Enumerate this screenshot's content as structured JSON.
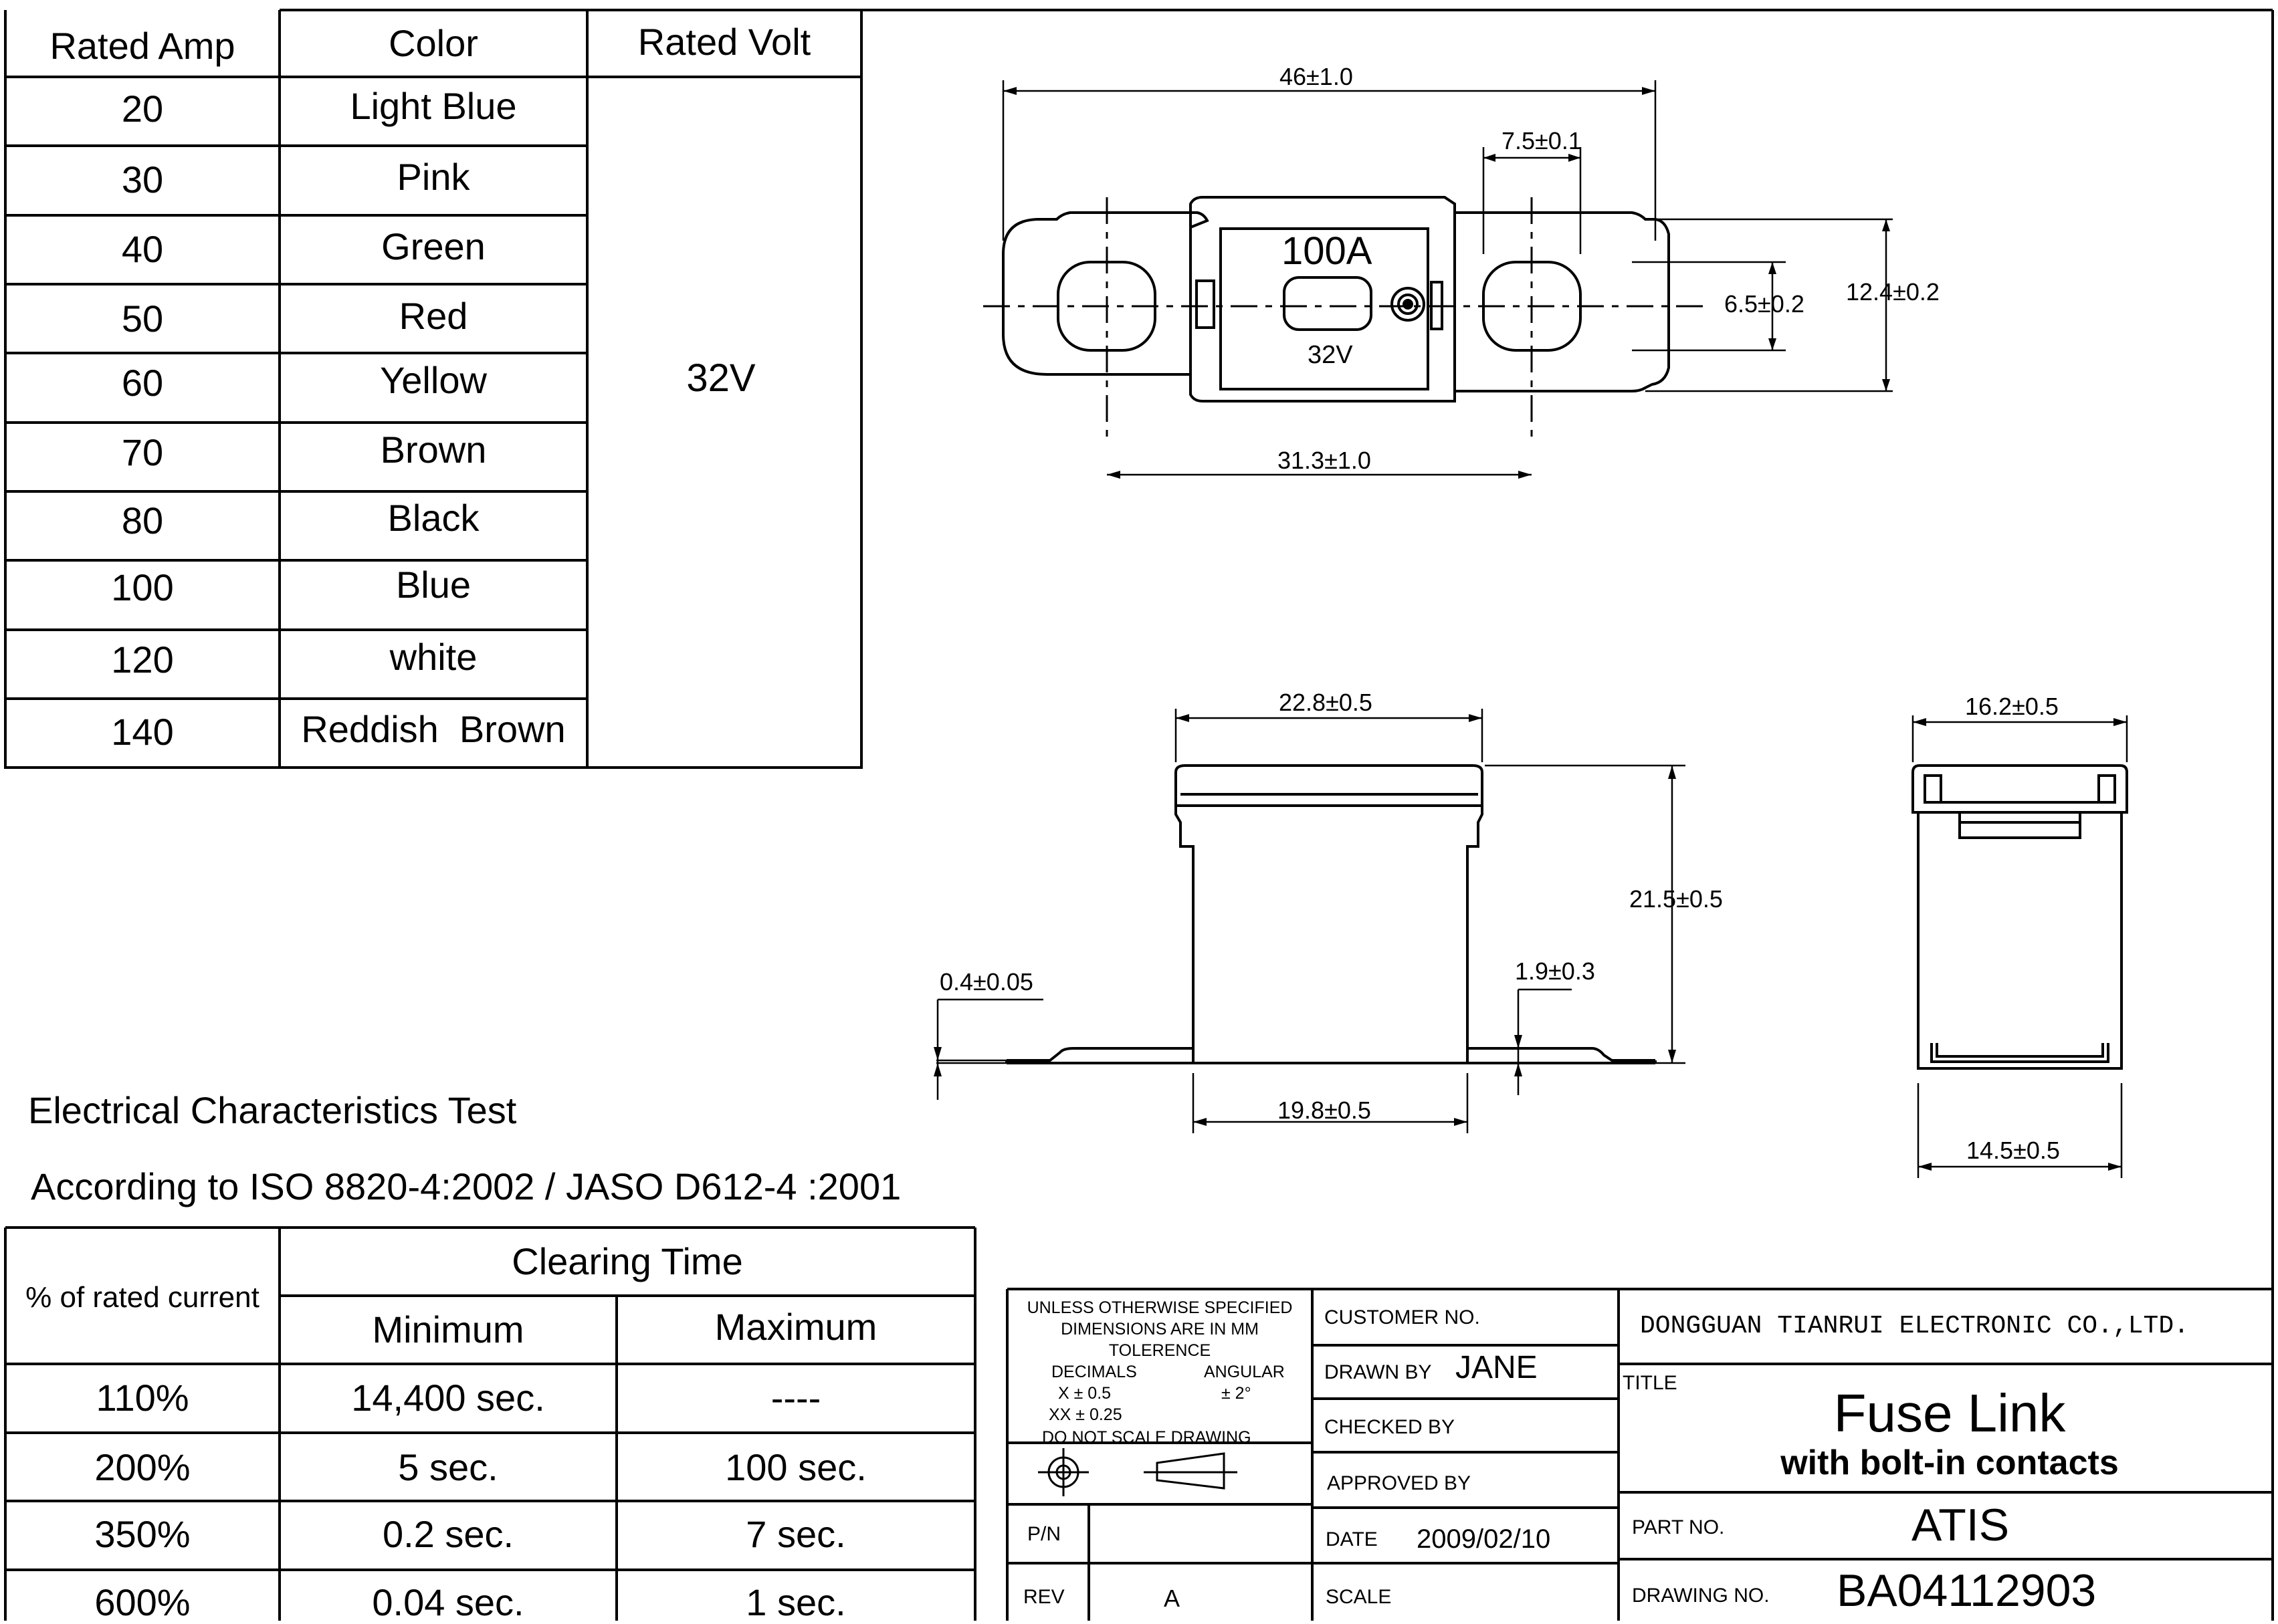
{
  "rating_table": {
    "headers": [
      "Rated Amp",
      "Color",
      "Rated Volt"
    ],
    "rows": [
      {
        "amp": "20",
        "color": "Light Blue"
      },
      {
        "amp": "30",
        "color": "Pink"
      },
      {
        "amp": "40",
        "color": "Green"
      },
      {
        "amp": "50",
        "color": "Red"
      },
      {
        "amp": "60",
        "color": "Yellow"
      },
      {
        "amp": "70",
        "color": "Brown"
      },
      {
        "amp": "80",
        "color": "Black"
      },
      {
        "amp": "100",
        "color": "Blue"
      },
      {
        "amp": "120",
        "color": "white"
      },
      {
        "amp": "140",
        "color": "Reddish  Brown"
      }
    ],
    "volt": "32V"
  },
  "test": {
    "title": "Electrical Characteristics Test",
    "standard": "According to ISO 8820-4:2002 / JASO D612-4 :2001"
  },
  "clearing_table": {
    "col0": "% of rated current",
    "group": "Clearing Time",
    "min": "Minimum",
    "max": "Maximum",
    "rows": [
      {
        "pct": "110%",
        "min": "14,400 sec.",
        "max": "----"
      },
      {
        "pct": "200%",
        "min": "5 sec.",
        "max": "100 sec."
      },
      {
        "pct": "350%",
        "min": "0.2 sec.",
        "max": "7 sec."
      },
      {
        "pct": "600%",
        "min": "0.04 sec.",
        "max": "1 sec."
      }
    ]
  },
  "dims": {
    "top_len": "46±1.0",
    "hole_w": "7.5±0.1",
    "hole_h": "6.5±0.2",
    "body_h": "12.4±0.2",
    "hole_pitch": "31.3±1.0",
    "label_amp": "100A",
    "label_volt": "32V",
    "front_w": "22.8±0.5",
    "front_h": "21.5±0.5",
    "tab_t": "0.4±0.05",
    "step": "1.9±0.3",
    "base_w": "19.8±0.5",
    "side_w": "16.2±0.5",
    "side_base": "14.5±0.5"
  },
  "title_block": {
    "notes": [
      "UNLESS OTHERWISE SPECIFIED",
      "DIMENSIONS ARE IN MM",
      "TOLERENCE"
    ],
    "decimals": "DECIMALS",
    "angular": "ANGULAR",
    "x_tol": "X  ±  0.5",
    "xx_tol": "XX  ±  0.25",
    "ang_tol": "± 2°",
    "no_scale": "DO NOT SCALE DRAWING",
    "pn_label": "P/N",
    "pn_value": "",
    "rev_label": "REV",
    "rev_value": "A",
    "customer_label": "CUSTOMER NO.",
    "drawn_label": "DRAWN BY",
    "drawn_value": "JANE",
    "checked_label": "CHECKED BY",
    "approved_label": "APPROVED BY",
    "date_label": "DATE",
    "date_value": "2009/02/10",
    "scale_label": "SCALE",
    "company": "DONGGUAN TIANRUI ELECTRONIC CO.,LTD.",
    "title_label": "TITLE",
    "title_main": "Fuse Link",
    "title_sub": "with bolt-in contacts",
    "part_label": "PART NO.",
    "part_value": "ATIS",
    "drawing_label": "DRAWING NO.",
    "drawing_value": "BA04112903"
  }
}
